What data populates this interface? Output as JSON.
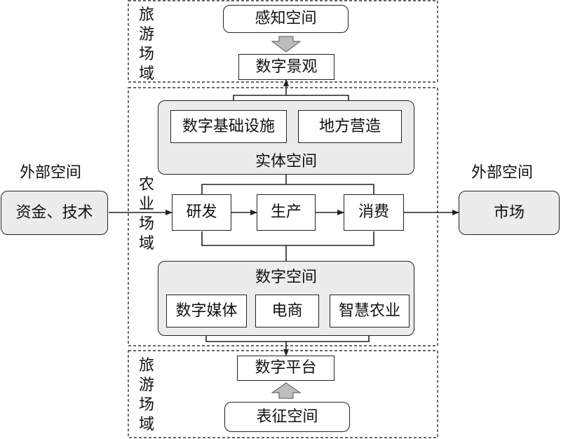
{
  "tourism_top": {
    "label": "旅游场域",
    "perception_space": "感知空间",
    "digital_landscape": "数字景观"
  },
  "agri": {
    "label": "农业场域",
    "physical_space": {
      "title": "实体空间",
      "items": [
        "数字基础设施",
        "地方营造"
      ]
    },
    "chain": [
      "研发",
      "生产",
      "消费"
    ],
    "digital_space": {
      "title": "数字空间",
      "items": [
        "数字媒体",
        "电商",
        "智慧农业"
      ]
    }
  },
  "external_left": {
    "label": "外部空间",
    "box": "资金、技术"
  },
  "external_right": {
    "label": "外部空间",
    "box": "市场"
  },
  "tourism_bottom": {
    "label": "旅游场域",
    "digital_platform": "数字平台",
    "representation_space": "表征空间"
  }
}
